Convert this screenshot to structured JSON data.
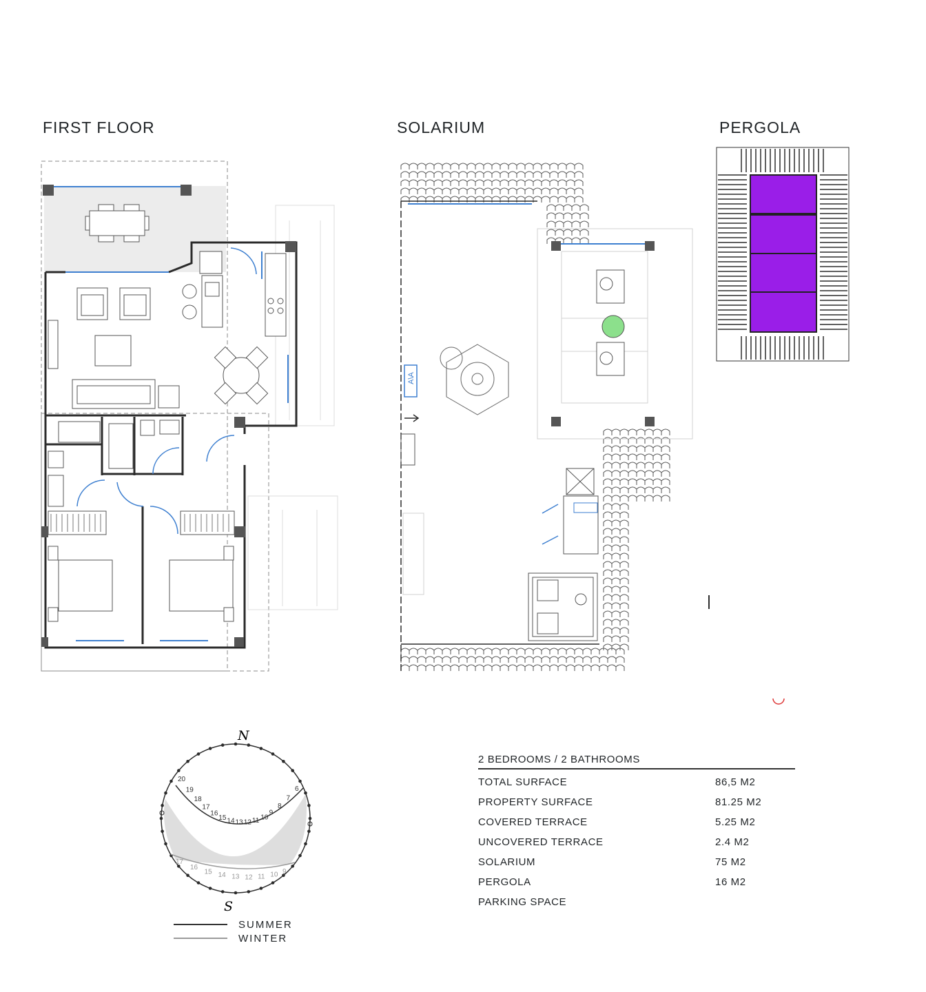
{
  "sections": {
    "first_floor": "FIRST FLOOR",
    "solarium": "SOLARIUM",
    "pergola": "PERGOLA"
  },
  "plan_labels": {
    "ava": "A\\A"
  },
  "compass": {
    "north": "N",
    "south": "S",
    "summer_hours": [
      "20",
      "19",
      "18",
      "17",
      "16",
      "15",
      "14",
      "13",
      "12",
      "11",
      "10",
      "9",
      "8",
      "7",
      "6"
    ],
    "winter_hours": [
      "17",
      "16",
      "15",
      "14",
      "13",
      "12",
      "11",
      "10",
      "9"
    ]
  },
  "legend": {
    "summer": "SUMMER",
    "winter": "WINTER"
  },
  "summary": {
    "heading": "2 BEDROOMS / 2 BATHROOMS",
    "rows": [
      {
        "label": "TOTAL SURFACE",
        "value": "86,5 M2"
      },
      {
        "label": "PROPERTY SURFACE",
        "value": "81.25 M2"
      },
      {
        "label": "COVERED TERRACE",
        "value": "5.25 M2"
      },
      {
        "label": "UNCOVERED TERRACE",
        "value": "2.4 M2"
      },
      {
        "label": "SOLARIUM",
        "value": "75 M2"
      },
      {
        "label": "PERGOLA",
        "value": "16 M2"
      },
      {
        "label": "PARKING SPACE",
        "value": ""
      }
    ]
  },
  "colors": {
    "wall": "#2b2b2b",
    "window": "#3d7fd0",
    "pergola_panel": "#9a1ee8",
    "terrace_fill": "#ececec",
    "winter_shade": "#dedede"
  }
}
